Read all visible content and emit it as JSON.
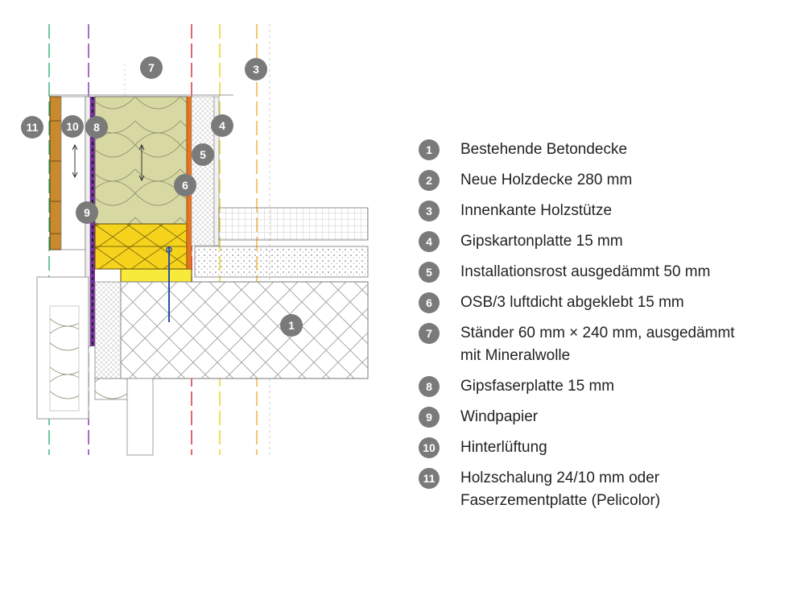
{
  "legend": [
    {
      "num": "1",
      "text": "Bestehende Betondecke"
    },
    {
      "num": "2",
      "text": "Neue Holzdecke 280 mm"
    },
    {
      "num": "3",
      "text": "Innenkante Holzstütze"
    },
    {
      "num": "4",
      "text": "Gipskartonplatte 15 mm"
    },
    {
      "num": "5",
      "text": "Installationsrost ausgedämmt 50 mm"
    },
    {
      "num": "6",
      "text": "OSB/3 luftdicht abgeklebt 15 mm"
    },
    {
      "num": "7",
      "text": "Ständer 60 mm × 240 mm, ausgedämmt\nmit Mineralwolle"
    },
    {
      "num": "8",
      "text": "Gipsfaserplatte 15 mm"
    },
    {
      "num": "9",
      "text": "Windpapier"
    },
    {
      "num": "10",
      "text": "Hinterlüftung"
    },
    {
      "num": "11",
      "text": "Holzschalung 24/10 mm oder\nFaserzementplatte (Pelicolor)"
    }
  ],
  "drawing_labels": {
    "l1": "1",
    "l3": "3",
    "l4": "4",
    "l5": "5",
    "l6": "6",
    "l7": "7",
    "l8": "8",
    "l9": "9",
    "l10": "10",
    "l11": "11"
  },
  "colors": {
    "badge": "#7a7a7a",
    "insulation": "#d8d9a2",
    "beam": "#f5d21b",
    "osb": "#e8731e",
    "wind_paper": "#7b2fa3",
    "cladding": "#c98a2e",
    "axis_green": "#3cb878",
    "axis_purple": "#8a3fb0",
    "axis_red": "#d9333f",
    "axis_yellow": "#e8d52c",
    "axis_orange": "#f3b33d"
  }
}
